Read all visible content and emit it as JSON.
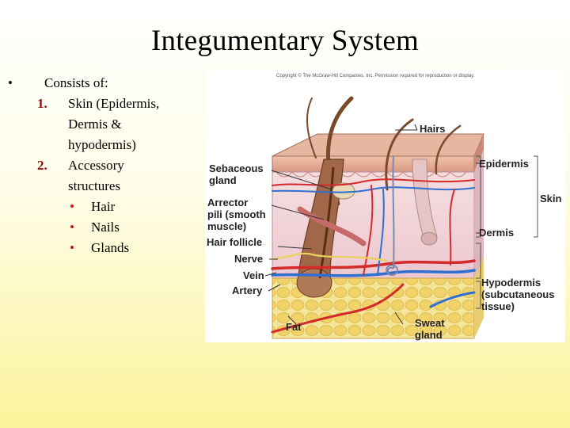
{
  "slide": {
    "title": "Integumentary System",
    "intro": "Consists of:",
    "list": [
      {
        "num": "1.",
        "lines": [
          "Skin (Epidermis,",
          "Dermis &",
          "hypodermis)"
        ]
      },
      {
        "num": "2.",
        "lines": [
          "Accessory",
          "structures"
        ]
      }
    ],
    "sub_bullets": [
      "Hair",
      "Nails",
      "Glands"
    ]
  },
  "figure": {
    "copyright": "Copyright © The McGraw-Hill Companies, Inc. Permission required for reproduction or display.",
    "labels": {
      "hairs": "Hairs",
      "sebaceous": [
        "Sebaceous",
        "gland"
      ],
      "arrector": [
        "Arrector",
        "pili (smooth",
        "muscle)"
      ],
      "follicle": "Hair follicle",
      "nerve": "Nerve",
      "vein": "Vein",
      "artery": "Artery",
      "fat": "Fat",
      "epidermis": "Epidermis",
      "skin": "Skin",
      "dermis": "Dermis",
      "hypodermis": [
        "Hypodermis",
        "(subcutaneous",
        "tissue)"
      ],
      "sweat": [
        "Sweat",
        "gland"
      ]
    }
  },
  "colors": {
    "epidermis": "#e9b39a",
    "dermis": "#f3d6d8",
    "fat": "#f3e08c",
    "artery": "#d42a2a",
    "vein": "#2f6fd0",
    "hair": "#7a4a2a"
  }
}
